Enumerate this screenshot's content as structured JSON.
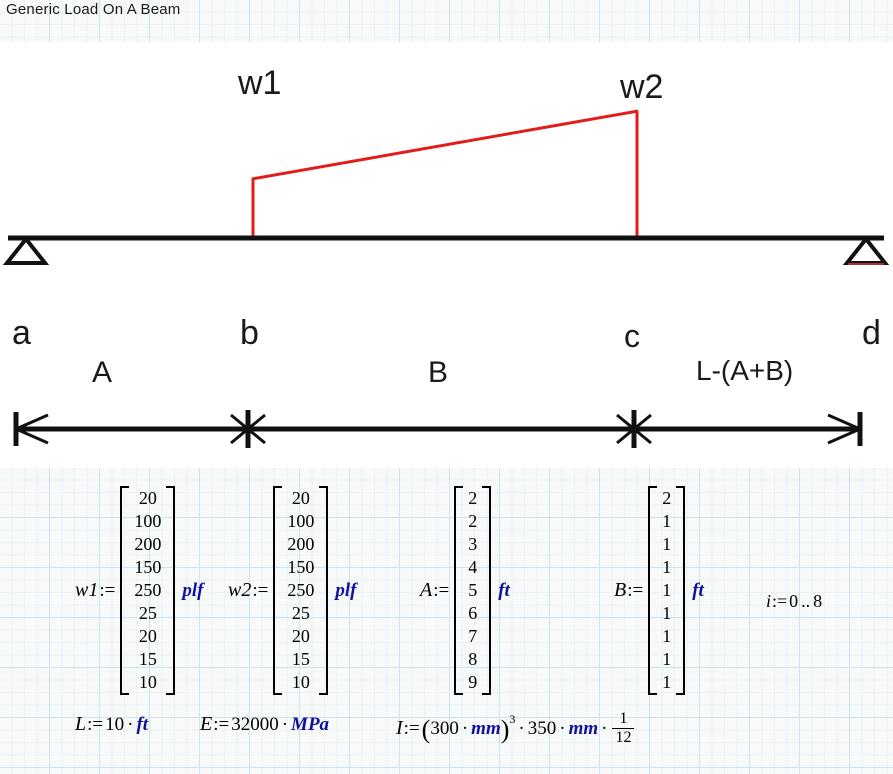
{
  "document": {
    "title": "Generic Load On A Beam"
  },
  "figure": {
    "load_labels": {
      "w1": "w1",
      "w2": "w2"
    },
    "station_labels": {
      "a": "a",
      "b": "b",
      "c": "c",
      "d": "d"
    },
    "segment_labels": {
      "seg1": "A",
      "seg2": "B",
      "seg3": "L-(A+B)"
    },
    "colors": {
      "load": "#e31b1b",
      "beam": "#111111"
    }
  },
  "math": {
    "w1": {
      "name": "w1",
      "assign": ":=",
      "values": [
        "20",
        "100",
        "200",
        "150",
        "250",
        "25",
        "20",
        "15",
        "10"
      ],
      "unit": "plf"
    },
    "w2": {
      "name": "w2",
      "assign": ":=",
      "values": [
        "20",
        "100",
        "200",
        "150",
        "250",
        "25",
        "20",
        "15",
        "10"
      ],
      "unit": "plf"
    },
    "A": {
      "name": "A",
      "assign": ":=",
      "values": [
        "2",
        "2",
        "3",
        "4",
        "5",
        "6",
        "7",
        "8",
        "9"
      ],
      "unit": "ft"
    },
    "B": {
      "name": "B",
      "assign": ":=",
      "values": [
        "2",
        "1",
        "1",
        "1",
        "1",
        "1",
        "1",
        "1",
        "1"
      ],
      "unit": "ft"
    },
    "range": {
      "name": "i",
      "assign": ":=",
      "start": "0",
      "ellipsis": "..",
      "end": "8"
    },
    "L": {
      "name": "L",
      "assign": ":=",
      "value": "10",
      "dot": "·",
      "unit": "ft"
    },
    "E": {
      "name": "E",
      "assign": ":=",
      "value": "32000",
      "dot": "·",
      "unit": "MPa"
    },
    "I": {
      "name": "I",
      "assign": ":=",
      "open_paren": "(",
      "close_paren": ")",
      "base_value": "300",
      "base_unit": "mm",
      "exponent": "3",
      "dot": "·",
      "factor_value": "350",
      "factor_unit": "mm",
      "frac_num": "1",
      "frac_den": "12"
    }
  }
}
